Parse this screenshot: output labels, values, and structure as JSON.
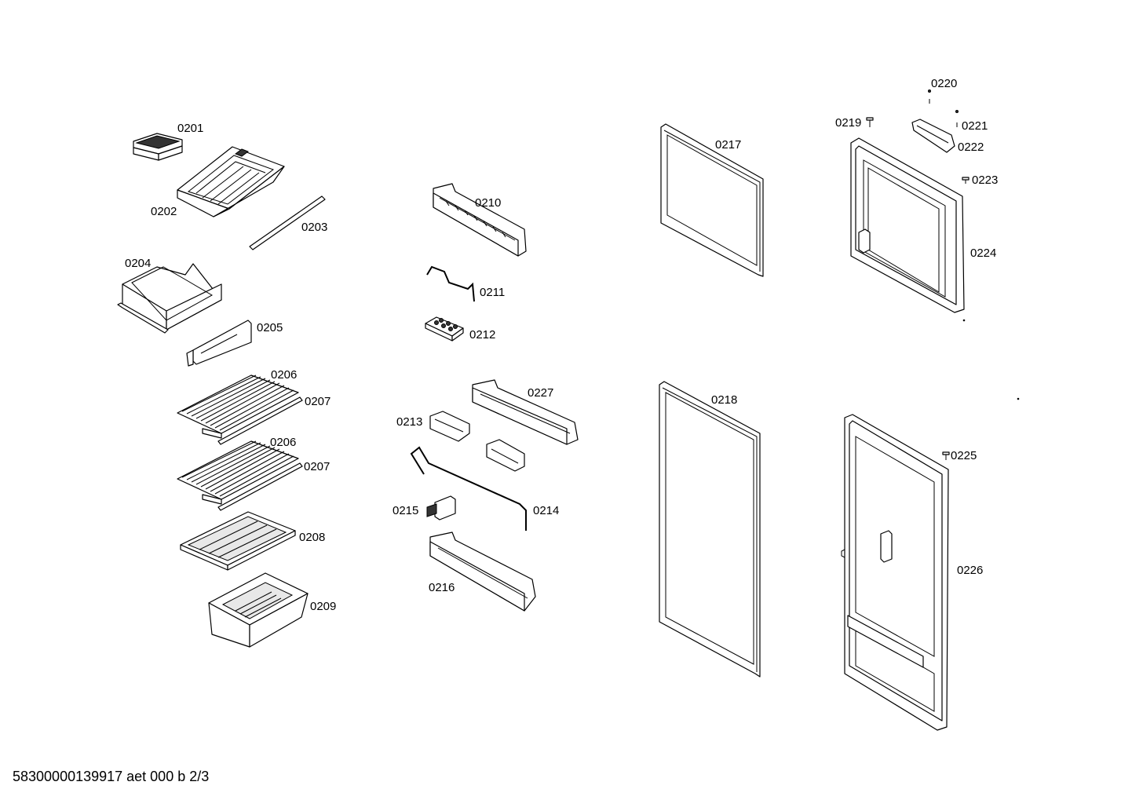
{
  "diagram": {
    "labels": {
      "p0201": "0201",
      "p0202": "0202",
      "p0203": "0203",
      "p0204": "0204",
      "p0205": "0205",
      "p0206a": "0206",
      "p0207a": "0207",
      "p0206b": "0206",
      "p0207b": "0207",
      "p0208": "0208",
      "p0209": "0209",
      "p0210": "0210",
      "p0211": "0211",
      "p0212": "0212",
      "p0227": "0227",
      "p0213": "0213",
      "p0214": "0214",
      "p0215": "0215",
      "p0216": "0216",
      "p0217": "0217",
      "p0218": "0218",
      "p0219": "0219",
      "p0220": "0220",
      "p0221": "0221",
      "p0222": "0222",
      "p0223": "0223",
      "p0224": "0224",
      "p0225": "0225",
      "p0226": "0226"
    }
  },
  "footer": {
    "document_code": "58300000139917 aet 000 b 2/3"
  }
}
